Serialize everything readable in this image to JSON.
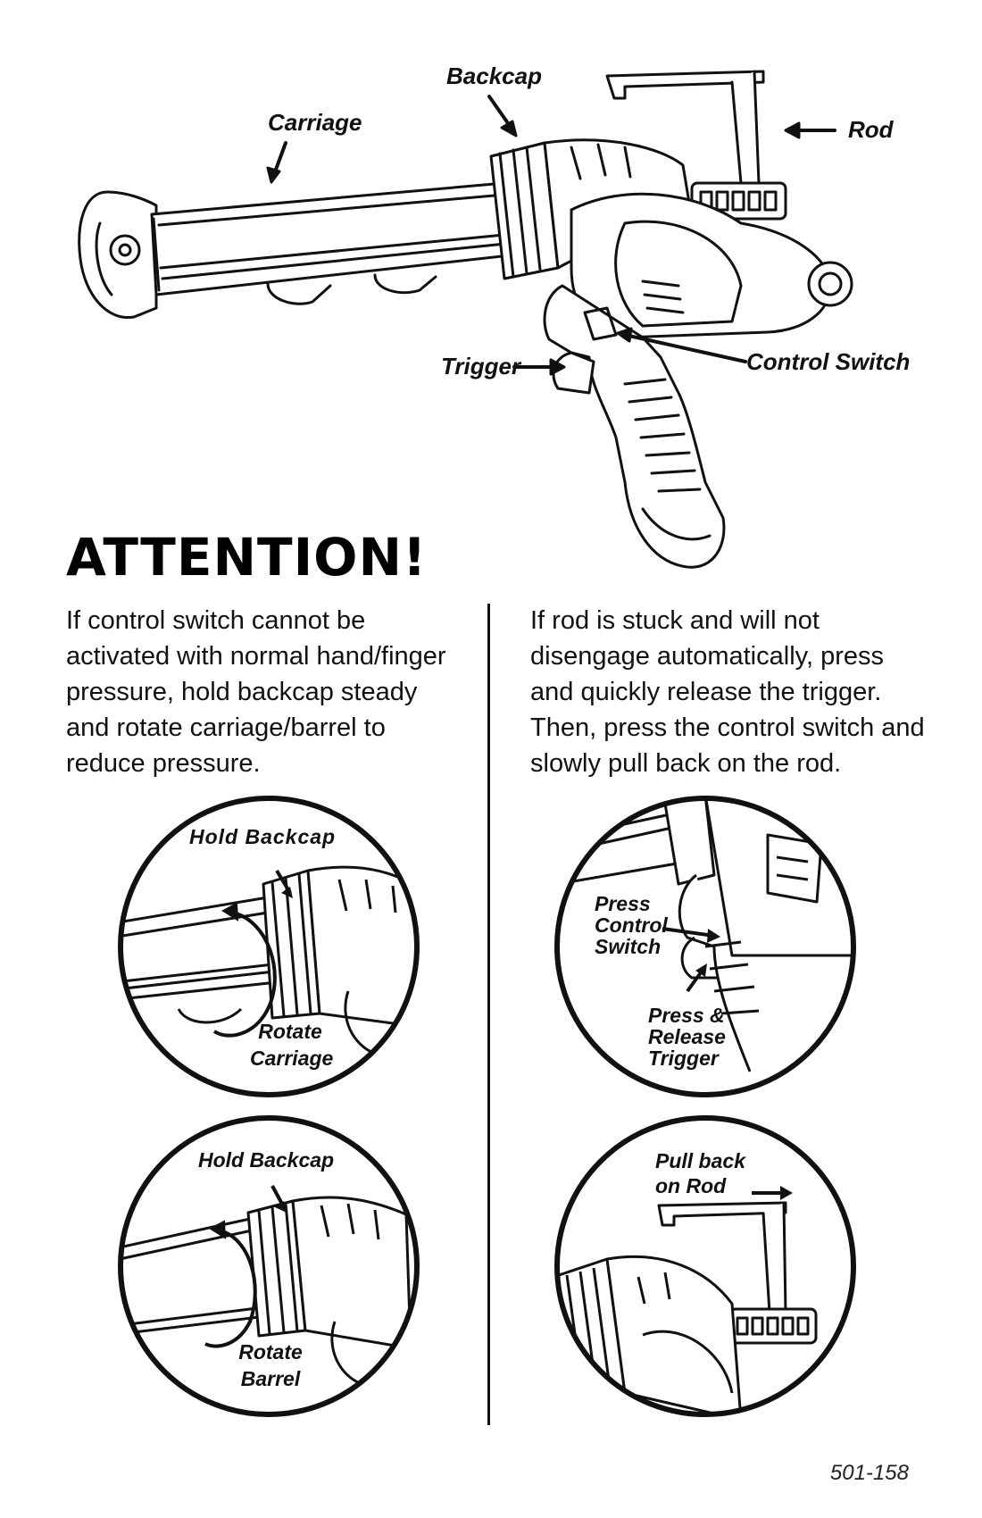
{
  "hero": {
    "labels": {
      "backcap": "Backcap",
      "carriage": "Carriage",
      "rod": "Rod",
      "trigger": "Trigger",
      "control_switch": "Control Switch"
    }
  },
  "heading": "ATTENTION!",
  "left_column": {
    "paragraph": "If control switch cannot be activated with normal hand/finger pressure, hold backcap steady and rotate carriage/barrel to reduce pressure.",
    "circle_top": {
      "hold": "Hold Backcap",
      "rotate_line1": "Rotate",
      "rotate_line2": "Carriage"
    },
    "circle_bottom": {
      "hold": "Hold Backcap",
      "rotate_line1": "Rotate",
      "rotate_line2": "Barrel"
    }
  },
  "right_column": {
    "paragraph": "If rod is stuck and will not disengage automatically, press and quickly release the trigger. Then, press the control switch and slowly pull back on the rod.",
    "circle_top": {
      "press_line1": "Press",
      "press_line2": "Control",
      "press_line3": "Switch",
      "release_line1": "Press &",
      "release_line2": "Release",
      "release_line3": "Trigger"
    },
    "circle_bottom": {
      "pull_line1": "Pull back",
      "pull_line2": "on Rod"
    }
  },
  "document_number": "501-158"
}
